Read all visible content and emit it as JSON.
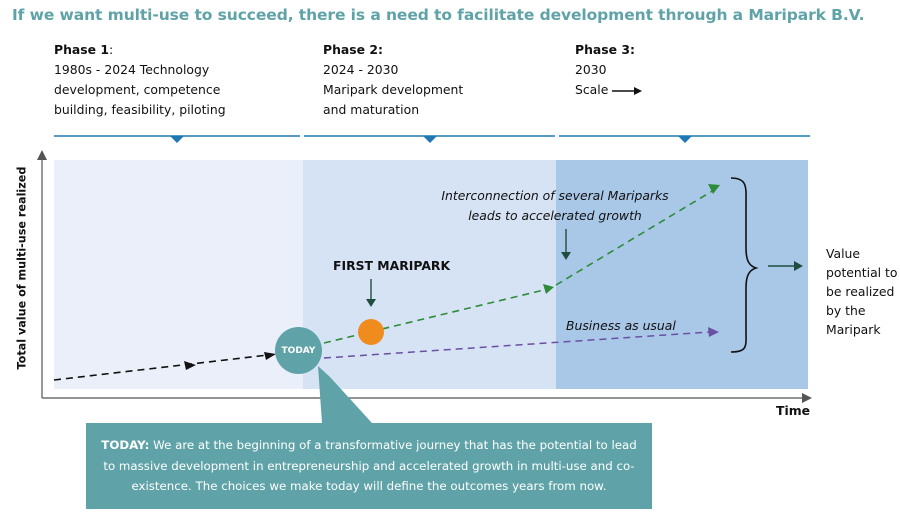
{
  "title": "If we want multi-use to succeed, there is a need to facilitate development through a Maripark B.V.",
  "phases": [
    {
      "title": "Phase 1",
      "suffix": ":",
      "lines": [
        "1980s - 2024 Technology",
        "development, competence",
        "building, feasibility, piloting"
      ]
    },
    {
      "title": "Phase 2:",
      "suffix": "",
      "lines": [
        "2024 - 2030",
        "Maripark development",
        "and maturation"
      ]
    },
    {
      "title": "Phase 3:",
      "suffix": "",
      "lines": [
        "2030",
        "Scale"
      ]
    }
  ],
  "axis": {
    "y_label": "Total value of multi-use realized",
    "x_label": "Time"
  },
  "labels": {
    "interconnection": [
      "Interconnection of several Mariparks",
      "leads to accelerated growth"
    ],
    "business_as_usual": "Business as usual",
    "first_maripark": "FIRST MARIPARK",
    "today": "TODAY",
    "value_potential": [
      "Value",
      "potential to",
      "be realized",
      "by the",
      "Maripark"
    ]
  },
  "callout": {
    "lead": "TODAY:",
    "text": " We are at the beginning of a transformative journey that has the potential to lead to massive development in entrepreneurship and accelerated growth in multi-use and co-existence. The choices we make today will define the outcomes years from now."
  },
  "colors": {
    "teal": "#5fa3a8",
    "phase1_bg": "#eaeff9",
    "phase2_bg": "#d6e3f4",
    "phase3_bg": "#a9c8e8",
    "blue_line": "#1f78b4",
    "green_dash": "#2e8b3a",
    "purple_dash": "#6a4fa3",
    "orange": "#f08c1e",
    "dark_arrow": "#1f4d3f"
  }
}
